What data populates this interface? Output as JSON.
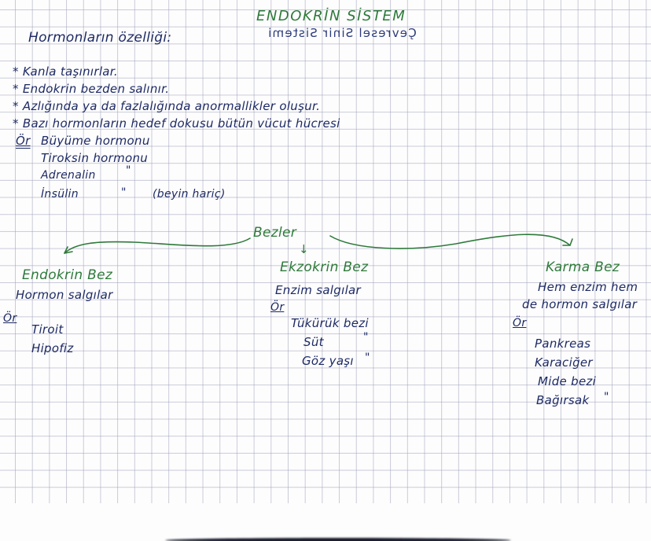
{
  "page": {
    "title": "ENDOKRİN SİSTEM",
    "mirrored_subtitle": "Çevresel Sinir Sistemi",
    "paper": {
      "background": "#fdfdfe",
      "grid_color": "#a0a0b9",
      "ink_blue": "#1d2a63",
      "ink_green": "#2e7a3a"
    }
  },
  "properties": {
    "heading": "Hormonların özelliği:",
    "bullets": [
      {
        "marker": "*",
        "text": "Kanla taşınırlar."
      },
      {
        "marker": "*",
        "text": "Endokrin bezden salınır."
      },
      {
        "marker": "*",
        "text": "Azlığında ya da fazlalığında anormallikler oluşur."
      },
      {
        "marker": "*",
        "text": "Bazı hormonların hedef dokusu bütün vücut hücresi"
      }
    ],
    "example_marker": "Ör",
    "examples": [
      "Büyüme hormonu",
      "Tiroksin hormonu",
      "Adrenalin",
      "İnsülin"
    ],
    "ditto_marks": [
      "\"",
      "\""
    ],
    "note": "(beyin hariç)"
  },
  "glands": {
    "heading": "Bezler",
    "down_arrow": "↓",
    "columns": [
      {
        "title": "Endokrin Bez",
        "description": "Hormon salgılar",
        "example_marker": "Ör",
        "examples": [
          "Tiroit",
          "Hipofiz"
        ]
      },
      {
        "title": "Ekzokrin Bez",
        "description": "Enzim salgılar",
        "example_marker": "Ör",
        "examples": [
          "Tükürük bezi",
          "Süt",
          "Göz yaşı"
        ],
        "ditto_marks": [
          "\"",
          "\""
        ]
      },
      {
        "title": "Karma Bez",
        "description_line1": "Hem enzim hem",
        "description_line2": "de hormon salgılar",
        "example_marker": "Ör",
        "examples": [
          "Pankreas",
          "Karaciğer",
          "Mide bezi",
          "Bağırsak"
        ],
        "ditto_marks": [
          "\""
        ]
      }
    ]
  }
}
